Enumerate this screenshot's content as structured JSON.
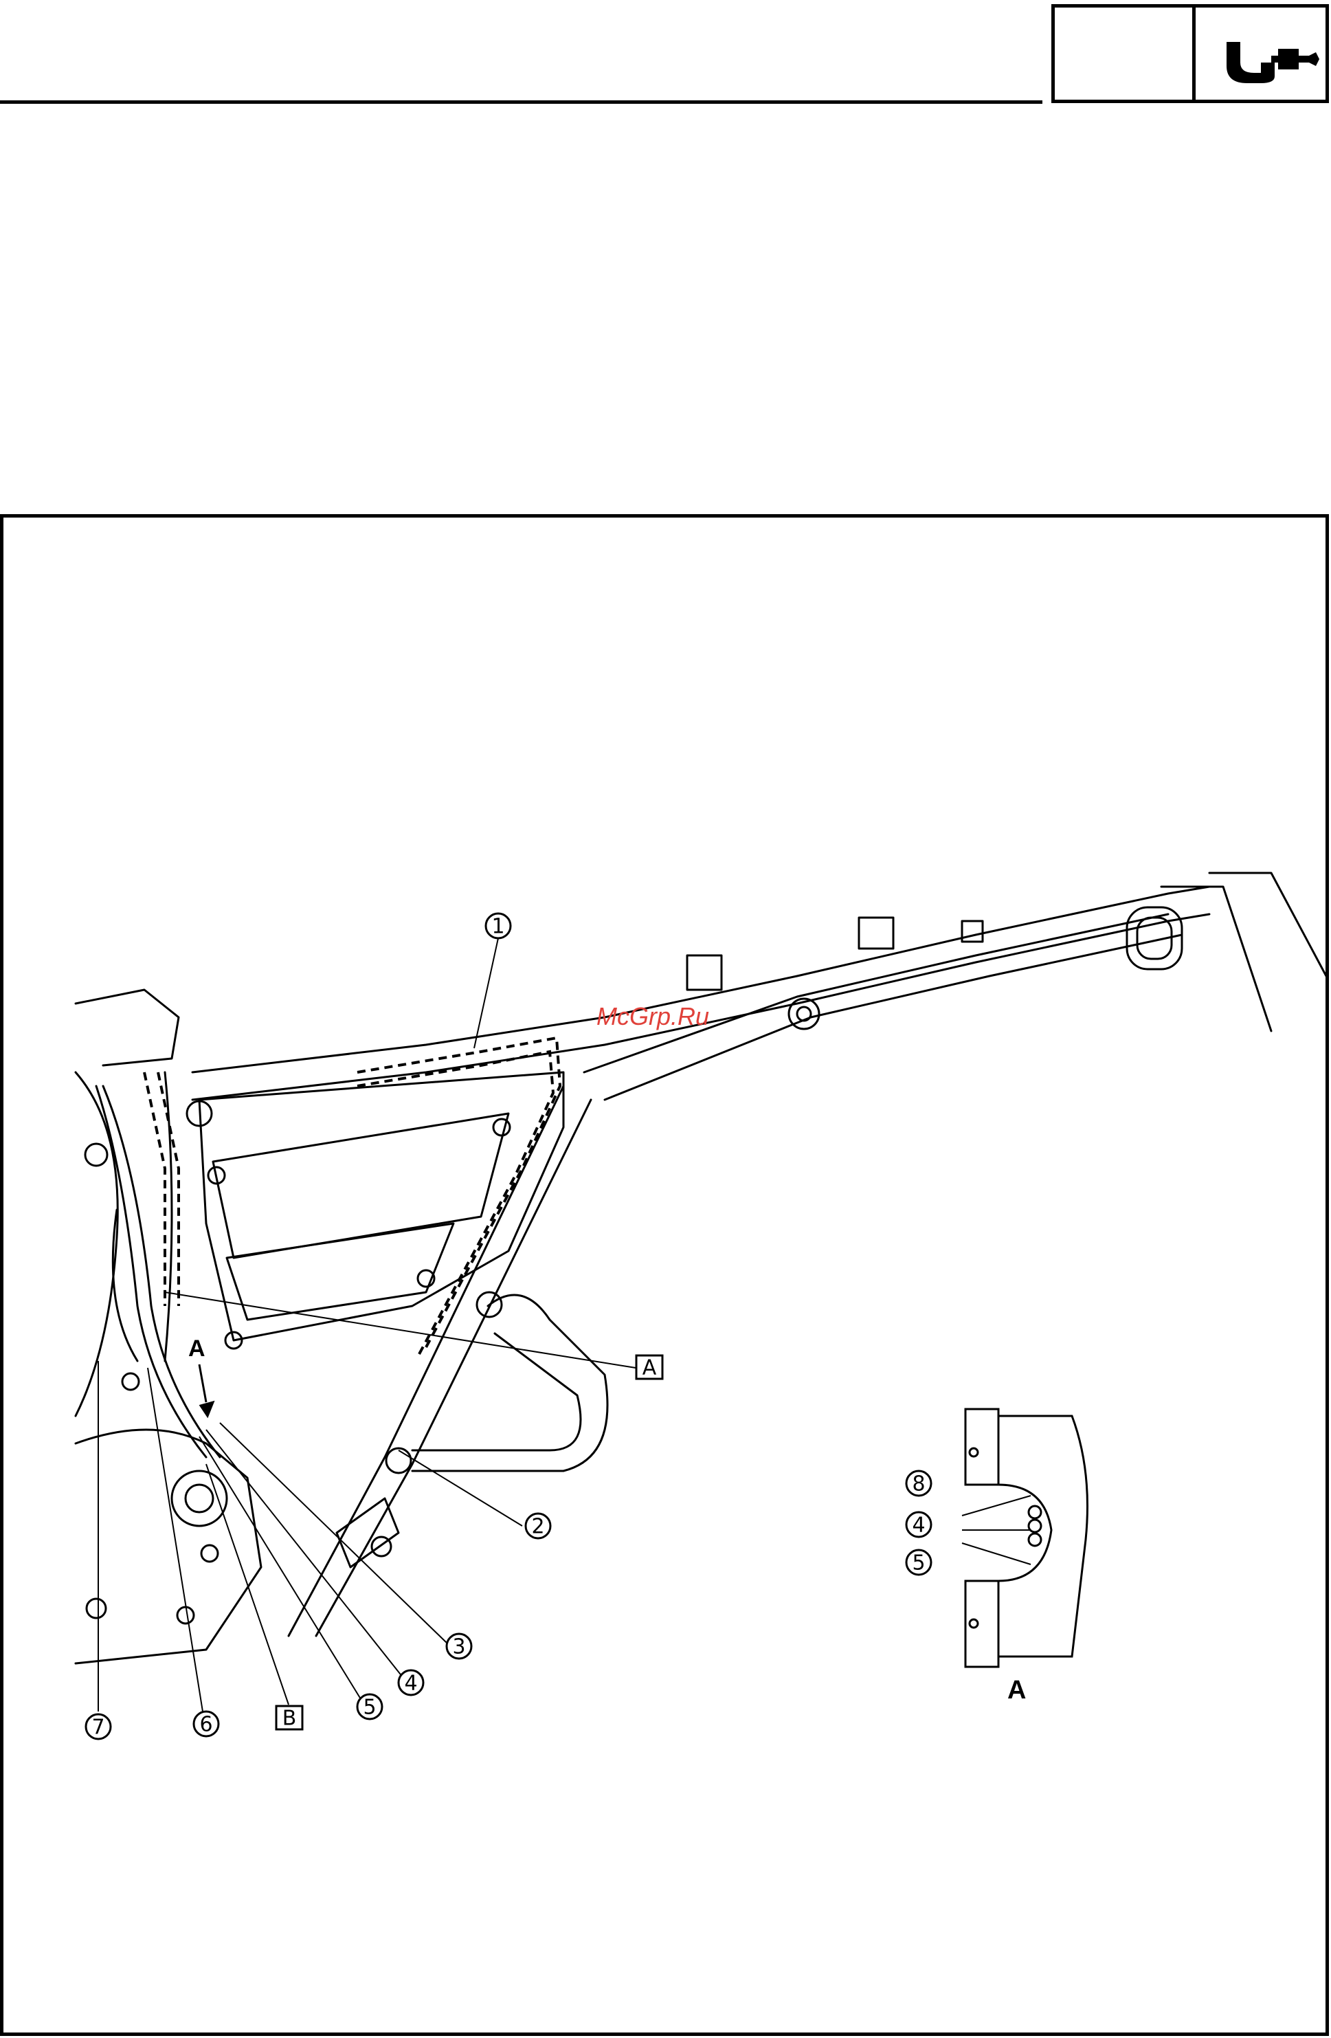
{
  "header": {
    "icon": "caliper-wrench-icon"
  },
  "watermark": "McGrp.Ru",
  "callouts": [
    {
      "id": "c1",
      "text": "1"
    },
    {
      "id": "c2",
      "text": "2"
    },
    {
      "id": "c3",
      "text": "3"
    },
    {
      "id": "c4",
      "text": "4"
    },
    {
      "id": "c5",
      "text": "5"
    },
    {
      "id": "c6",
      "text": "6"
    },
    {
      "id": "c7",
      "text": "7"
    }
  ],
  "boxed_labels": {
    "a": "A",
    "b": "B"
  },
  "view_arrow_label": "A",
  "detail": {
    "caption": "A",
    "callouts": [
      "8",
      "4",
      "5"
    ]
  }
}
